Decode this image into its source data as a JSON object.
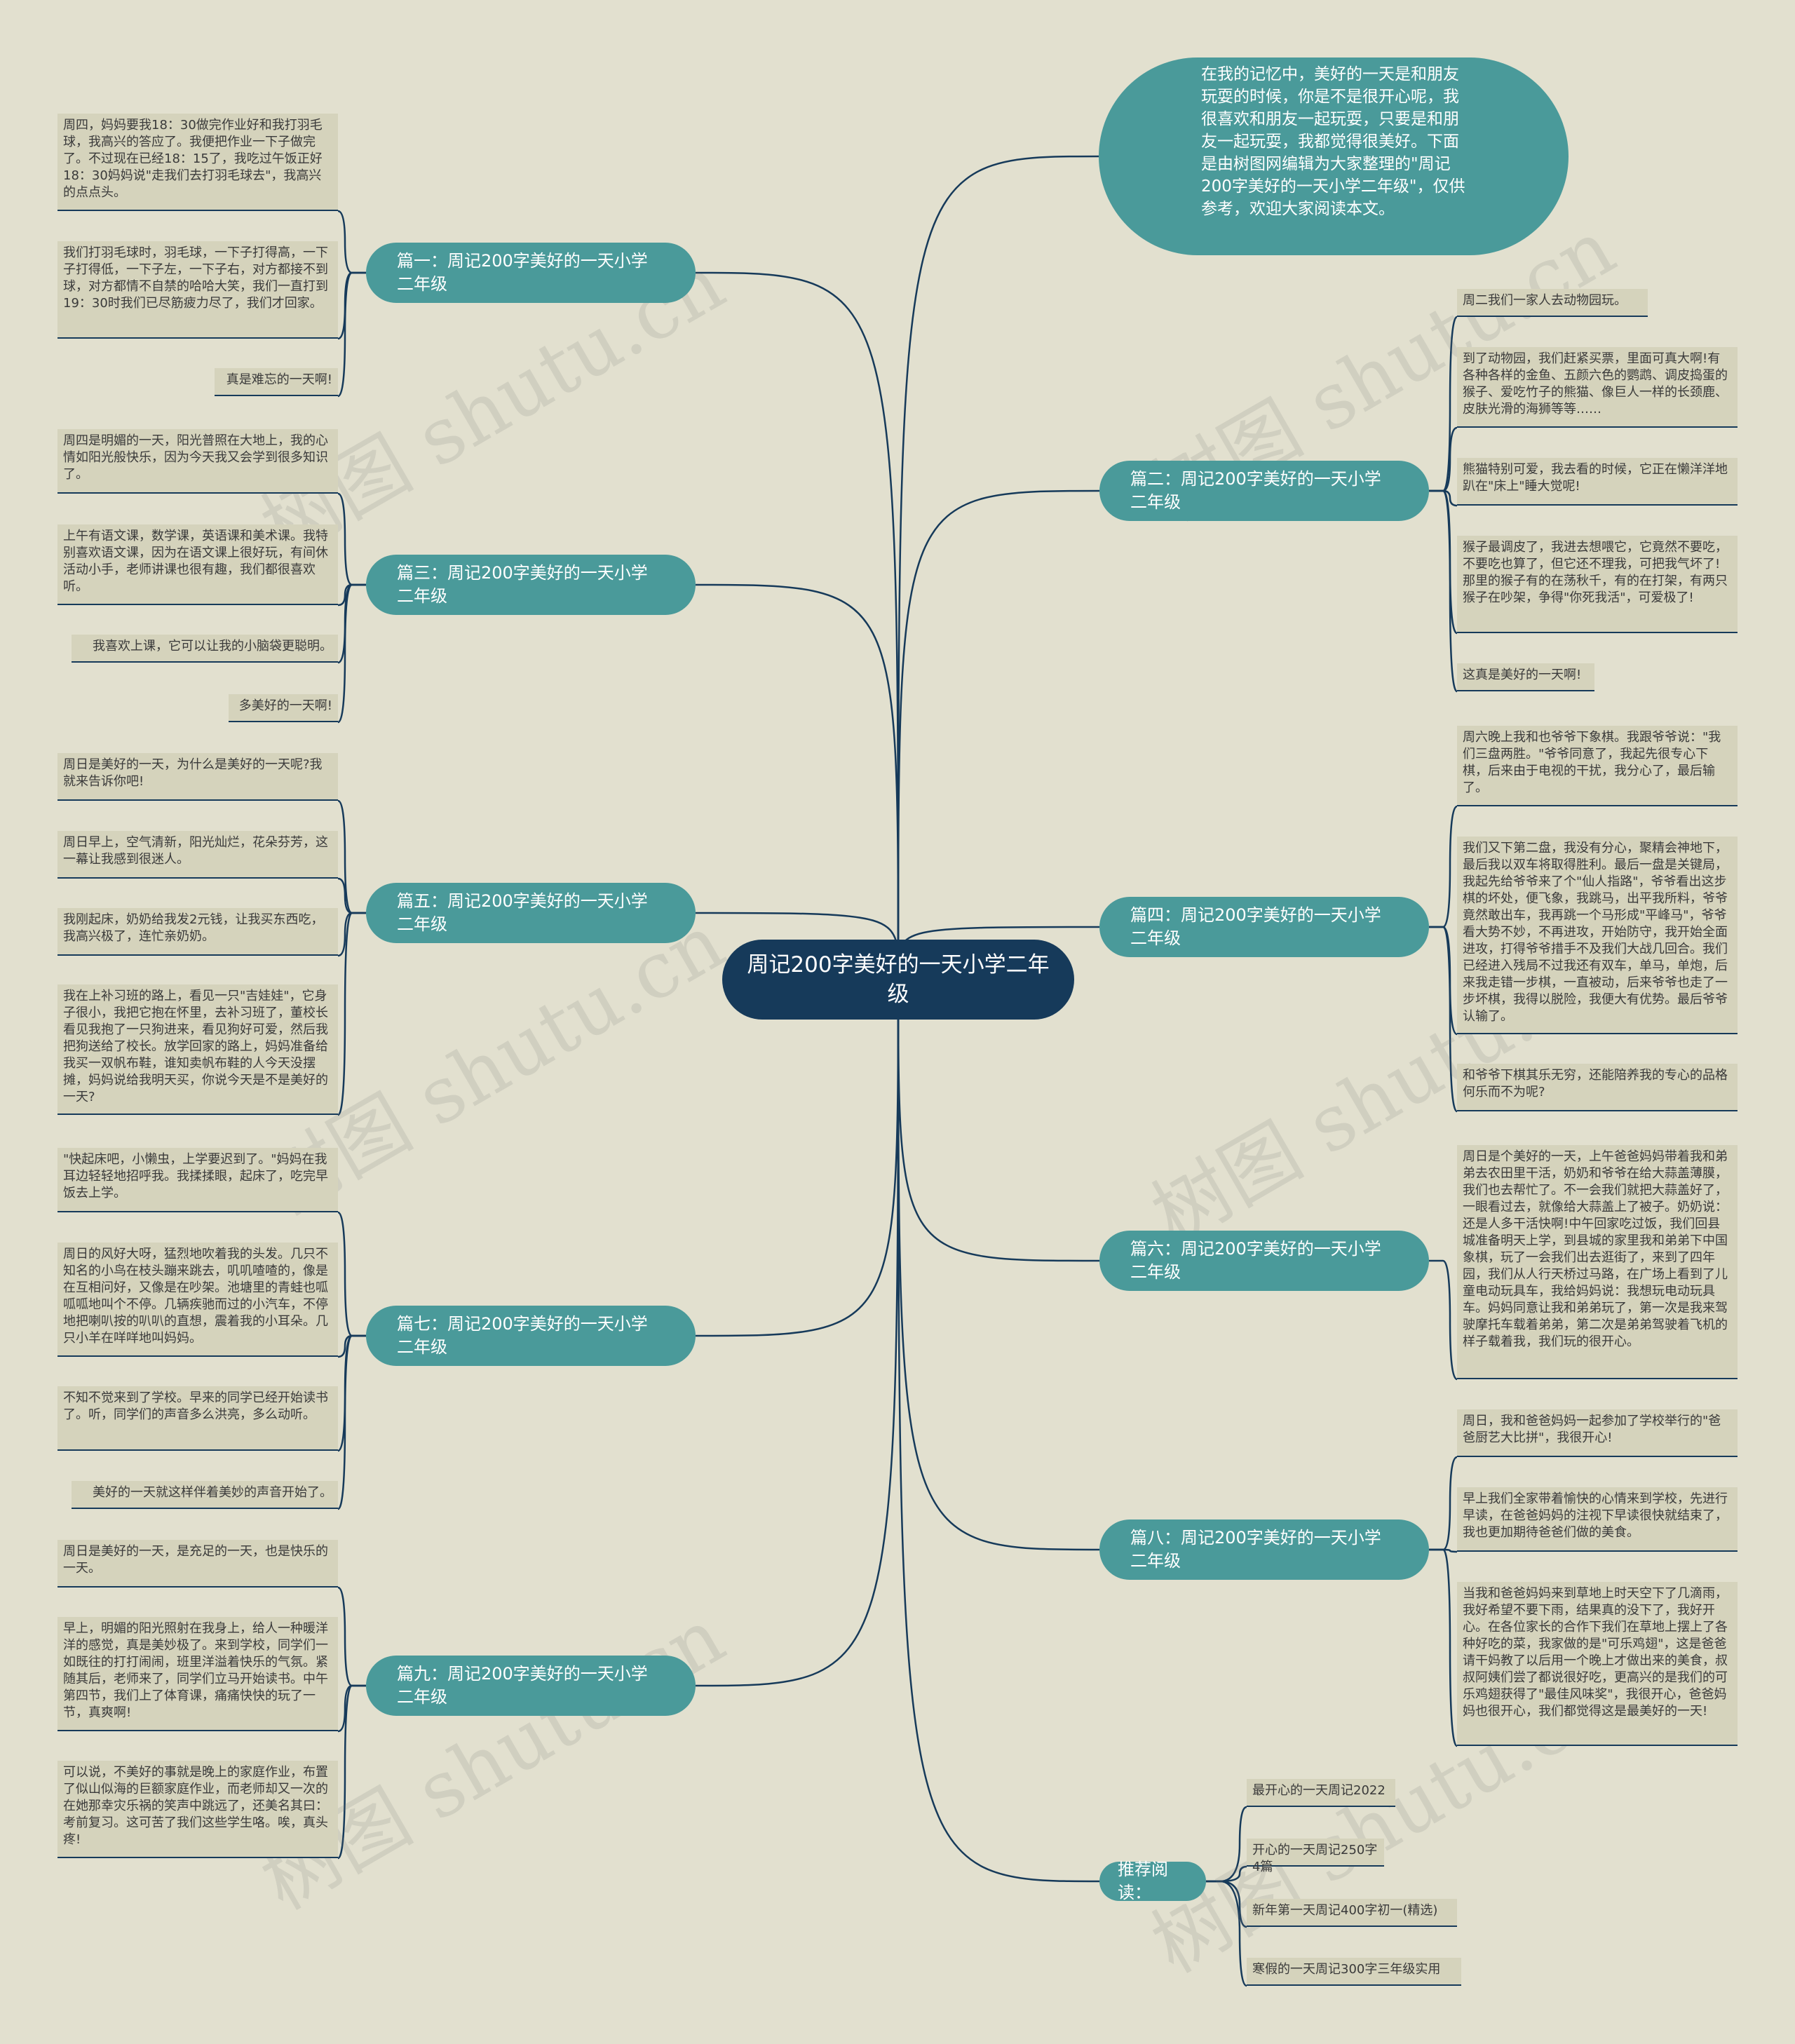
{
  "center": "周记200字美好的一天小学二年级",
  "intro": "在我的记忆中，美好的一天是和朋友玩耍的时候，你是不是很开心呢，我很喜欢和朋友一起玩耍，只要是和朋友一起玩耍，我都觉得很美好。下面是由树图网编辑为大家整理的\"周记200字美好的一天小学二年级\"，仅供参考，欢迎大家阅读本文。",
  "branches": {
    "p1": "篇一：周记200字美好的一天小学\n二年级",
    "p2": "篇二：周记200字美好的一天小学\n二年级",
    "p3": "篇三：周记200字美好的一天小学\n二年级",
    "p4": "篇四：周记200字美好的一天小学\n二年级",
    "p5": "篇五：周记200字美好的一天小学\n二年级",
    "p6": "篇六：周记200字美好的一天小学\n二年级",
    "p7": "篇七：周记200字美好的一天小学\n二年级",
    "p8": "篇八：周记200字美好的一天小学\n二年级",
    "p9": "篇九：周记200字美好的一天小学\n二年级",
    "rec": "推荐阅读："
  },
  "leaves": {
    "p1": [
      "周四，妈妈要我18：30做完作业好和我打羽毛球，我高兴的答应了。我便把作业一下子做完了。不过现在已经18：15了，我吃过午饭正好18：30妈妈说\"走我们去打羽毛球去\"，我高兴的点点头。",
      "我们打羽毛球时，羽毛球，一下子打得高，一下子打得低，一下子左，一下子右，对方都接不到球，对方都情不自禁的哈哈大笑，我们一直打到19：30时我们已尽筋疲力尽了，我们才回家。",
      "真是难忘的一天啊!"
    ],
    "p3": [
      "周四是明媚的一天，阳光普照在大地上，我的心情如阳光般快乐，因为今天我又会学到很多知识了。",
      "上午有语文课，数学课，英语课和美术课。我特别喜欢语文课，因为在语文课上很好玩，有间休活动小手，老师讲课也很有趣，我们都很喜欢听。",
      "我喜欢上课，它可以让我的小脑袋更聪明。",
      "多美好的一天啊!"
    ],
    "p5": [
      "周日是美好的一天，为什么是美好的一天呢?我就来告诉你吧!",
      "周日早上，空气清新，阳光灿烂，花朵芬芳，这一幕让我感到很迷人。",
      "我刚起床，奶奶给我发2元钱，让我买东西吃，我高兴极了，连忙亲奶奶。",
      "我在上补习班的路上，看见一只\"吉娃娃\"，它身子很小，我把它抱在怀里，去补习班了，董校长看见我抱了一只狗进来，看见狗好可爱，然后我把狗送给了校长。放学回家的路上，妈妈准备给我买一双帆布鞋，谁知卖帆布鞋的人今天没摆摊，妈妈说给我明天买，你说今天是不是美好的一天?"
    ],
    "p7": [
      "\"快起床吧，小懒虫，上学要迟到了。\"妈妈在我耳边轻轻地招呼我。我揉揉眼，起床了，吃完早饭去上学。",
      "周日的风好大呀，猛烈地吹着我的头发。几只不知名的小鸟在枝头蹦来跳去，叽叽喳喳的，像是在互相问好，又像是在吵架。池塘里的青蛙也呱呱呱地叫个不停。几辆疾驰而过的小汽车，不停地把喇叭按的叭叭的直想，震着我的小耳朵。几只小羊在咩咩地叫妈妈。",
      "不知不觉来到了学校。早来的同学已经开始读书了。听，同学们的声音多么洪亮，多么动听。",
      "美好的一天就这样伴着美妙的声音开始了。"
    ],
    "p9": [
      "周日是美好的一天，是充足的一天，也是快乐的一天。",
      "早上，明媚的阳光照射在我身上，给人一种暖洋洋的感觉，真是美妙极了。来到学校，同学们一如既往的打打闹闹，班里洋溢着快乐的气氛。紧随其后，老师来了，同学们立马开始读书。中午第四节，我们上了体育课，痛痛快快的玩了一节，真爽啊!",
      "可以说，不美好的事就是晚上的家庭作业，布置了似山似海的巨额家庭作业，而老师却又一次的在她那幸灾乐祸的笑声中跳远了，还美名其曰：考前复习。这可苦了我们这些学生咯。唉，真头疼!"
    ],
    "p2": [
      "周二我们一家人去动物园玩。",
      "到了动物园，我们赶紧买票，里面可真大啊!有各种各样的金鱼、五颜六色的鹦鹉、调皮捣蛋的猴子、爱吃竹子的熊猫、像巨人一样的长颈鹿、皮肤光滑的海狮等等……",
      "熊猫特别可爱，我去看的时候，它正在懒洋洋地趴在\"床上\"睡大觉呢!",
      "猴子最调皮了，我进去想喂它，它竟然不要吃，不要吃也算了，但它还不理我，可把我气坏了!那里的猴子有的在荡秋千，有的在打架，有两只猴子在吵架，争得\"你死我活\"，可爱极了!",
      "这真是美好的一天啊!"
    ],
    "p4": [
      "周六晚上我和也爷爷下象棋。我跟爷爷说：\"我们三盘两胜。\"爷爷同意了，我起先很专心下棋，后来由于电视的干扰，我分心了，最后输了。",
      "我们又下第二盘，我没有分心，聚精会神地下，最后我以双车将取得胜利。最后一盘是关键局，我起先给爷爷来了个\"仙人指路\"，爷爷看出这步棋的坏处，便飞象，我跳马，出平我所料，爷爷竟然敢出车，我再跳一个马形成\"平峰马\"，爷爷看大势不妙，不再进攻，开始防守，我开始全面进攻，打得爷爷措手不及我们大战几回合。我们已经进入残局不过我还有双车，单马，单炮，后来我走错一步棋，一直被动，后来爷爷也走了一步坏棋，我得以脱险，我便大有优势。最后爷爷认输了。",
      "和爷爷下棋其乐无穷，还能陪养我的专心的品格何乐而不为呢?"
    ],
    "p6": [
      "周日是个美好的一天，上午爸爸妈妈带着我和弟弟去农田里干活，奶奶和爷爷在给大蒜盖薄膜，我们也去帮忙了。不一会我们就把大蒜盖好了，一眼看过去，就像给大蒜盖上了被子。奶奶说：还是人多干活快啊!中午回家吃过饭，我们回县城准备明天上学，到县城的家里我和弟弟下中国象棋，玩了一会我们出去逛街了，来到了四年园，我们从人行天桥过马路，在广场上看到了儿童电动玩具车，我给妈妈说：我想玩电动玩具车。妈妈同意让我和弟弟玩了，第一次是我来驾驶摩托车载着弟弟，第二次是弟弟驾驶着飞机的样子载着我，我们玩的很开心。"
    ],
    "p8": [
      "周日，我和爸爸妈妈一起参加了学校举行的\"爸爸厨艺大比拼\"，我很开心!",
      "早上我们全家带着愉快的心情来到学校，先进行早读，在爸爸妈妈的注视下早读很快就结束了，我也更加期待爸爸们做的美食。",
      "当我和爸爸妈妈来到草地上时天空下了几滴雨，我好希望不要下雨，结果真的没下了，我好开心。在各位家长的合作下我们在草地上摆上了各种好吃的菜，我家做的是\"可乐鸡翅\"，这是爸爸请干妈教了以后用一个晚上才做出来的美食，叔叔阿姨们尝了都说很好吃，更高兴的是我们的可乐鸡翅获得了\"最佳风味奖\"，我很开心，爸爸妈妈也很开心，我们都觉得这是最美好的一天!"
    ],
    "rec": [
      "最开心的一天周记2022",
      "开心的一天周记250字4篇",
      "新年第一天周记400字初一(精选)",
      "寒假的一天周记300字三年级实用"
    ]
  },
  "watermark": "树图 shutu.cn",
  "colors": {
    "background": "#e2e0cf",
    "center": "#163a5a",
    "branch": "#4a9a9a",
    "leaf": "#d5d3bc",
    "line": "#163a5a"
  }
}
